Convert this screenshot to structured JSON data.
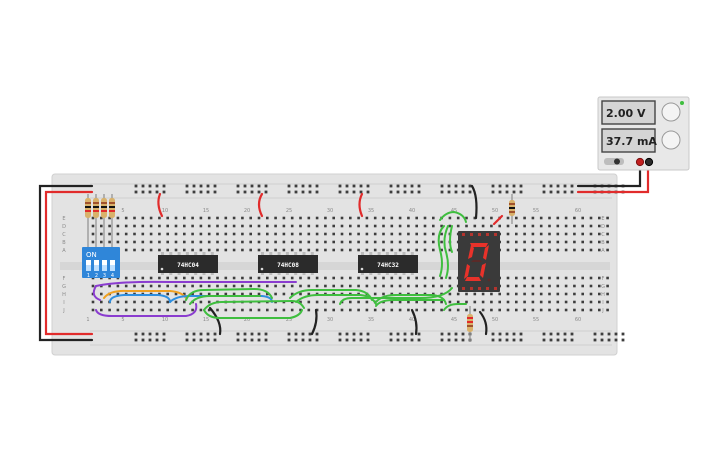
{
  "power_supply": {
    "voltage_display": "2.00 V",
    "current_display": "37.7 mA"
  },
  "breadboard": {
    "row_labels_top": [
      "J",
      "I",
      "H",
      "G",
      "F"
    ],
    "row_labels_bottom": [
      "E",
      "D",
      "C",
      "B",
      "A"
    ],
    "column_labels": [
      "1",
      "5",
      "10",
      "15",
      "20",
      "25",
      "30",
      "35",
      "40",
      "45",
      "50",
      "55",
      "60"
    ]
  },
  "dip_switch": {
    "on_label": "ON",
    "position_labels": [
      "1",
      "2",
      "3",
      "4"
    ]
  },
  "chips": [
    {
      "label": "74HC04"
    },
    {
      "label": "74HC08"
    },
    {
      "label": "74HC32"
    }
  ],
  "seven_segment": {
    "shown_digit": "0"
  },
  "colors": {
    "board": "#e3e3e3",
    "wire_red": "#e12b2b",
    "wire_black": "#222222",
    "wire_green": "#3fbe3f",
    "wire_blue": "#2e8fe0",
    "wire_orange": "#f0a020",
    "wire_purple": "#8a3ccf",
    "segment_on": "#e8322a",
    "dip_blue": "#2f86d9"
  }
}
